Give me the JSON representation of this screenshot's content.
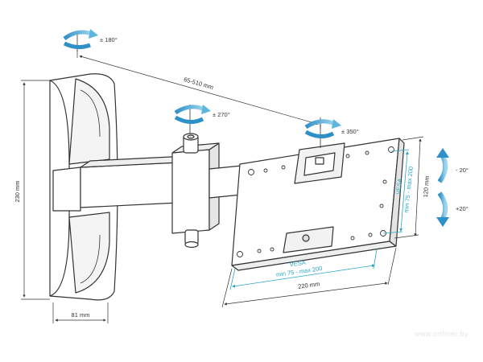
{
  "dimensions": {
    "height": "230 mm",
    "depth": "81 mm",
    "extension": "65-510 mm",
    "width": "220 mm",
    "hole_spacing": "120 mm"
  },
  "vesa": {
    "horizontal_title": "VESA",
    "horizontal_range": "min 75 - max 200",
    "vertical_title": "VESA",
    "vertical_range": "min 75 - max 200"
  },
  "rotations": {
    "wall_swivel": "± 180°",
    "arm_swivel": "± 270°",
    "screen_rotation": "± 350°",
    "tilt_up": "- 20°",
    "tilt_down": "+20°"
  },
  "colors": {
    "accent": "#2aa5c9",
    "arrow": "#4aa9d6",
    "line": "#333333"
  },
  "watermark": "www.onliner.by"
}
